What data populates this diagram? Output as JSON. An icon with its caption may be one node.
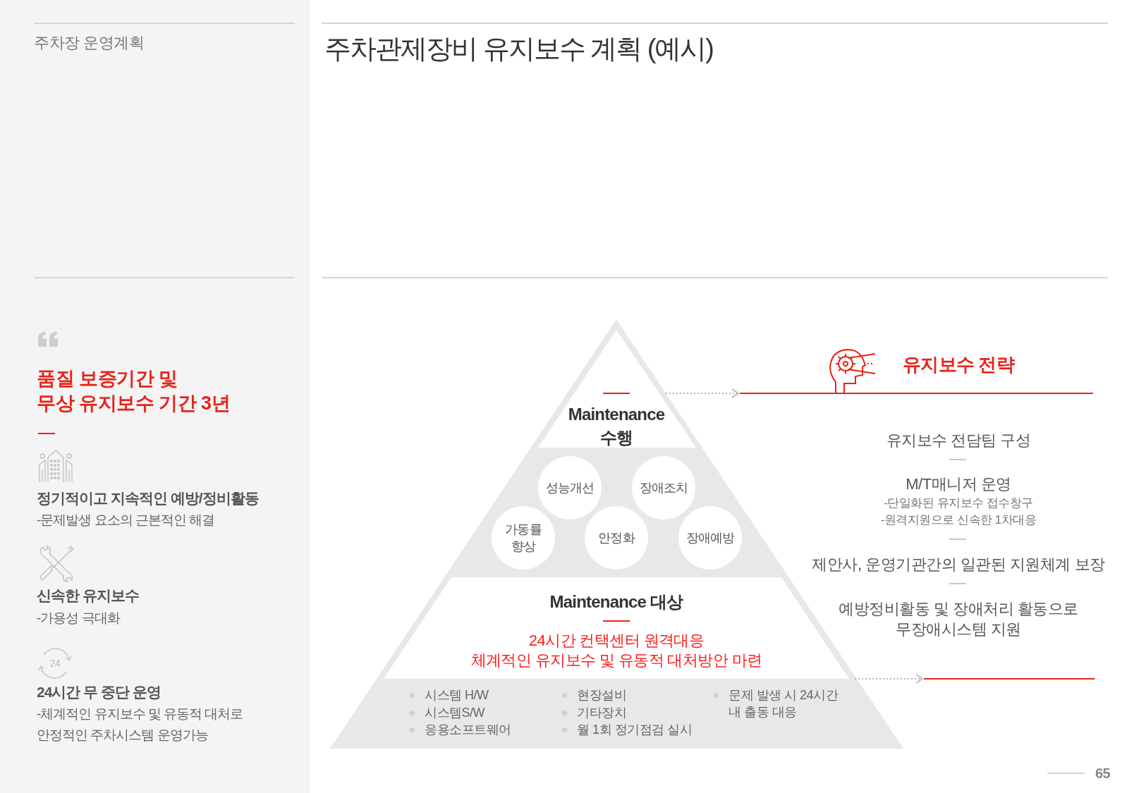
{
  "diagram": {
    "title": "주차관제장비 유지보수 계획 (예시)",
    "nodes": [
      {
        "text": [
          "Maintenance 수행"
        ]
      },
      {
        "text": [
          "성능개선"
        ]
      },
      {
        "text": [
          "장애조치"
        ]
      },
      {
        "text": [
          "가동률 향상"
        ]
      },
      {
        "text": [
          "안정화"
        ]
      },
      {
        "text": [
          "장애예방"
        ]
      },
      {
        "text": [
          "Maintenance 대상",
          "24시간 컨택센터 원격대응 체계적인 유지보수 및 유동적 대처방안 마련"
        ]
      },
      {
        "text": [
          "유지보수 전략"
        ]
      },
      {
        "text": [],
        "shape": "bar"
      }
    ],
    "edges": [
      {
        "from": 0,
        "to": 7,
        "arrow": "to",
        "style": "dashed"
      },
      {
        "from": 6,
        "to": 8,
        "arrow": "to",
        "style": "dashed"
      }
    ],
    "labels": [
      "주차장 운영계획",
      "품질 보증기간 및 무상 유지보수 기간 3년",
      "정기적이고 지속적인 예방/정비활동",
      "-문제발생 요소의 근본적인 해결",
      "신속한 유지보수",
      "-가용성 극대화",
      "24",
      "24시간 무 중단 운영",
      "-체계적인 유지보수 및 유동적 대처로 안정적인 주차시스템 운영가능",
      "시스템 H/W",
      "시스템S/W",
      "응용소프트웨어",
      "현장설비",
      "기타장치",
      "월 1회 정기점검 실시",
      "문제 발생 시 24시간 내 출동 대응",
      "유지보수 전담팀 구성",
      "M/T매니저 운영",
      "-단일화된 유지보수 접수창구",
      "-원격지원으로 신속한 1차대응",
      "제안사, 운영기관간의 일관된 지원체계 보장",
      "예방정비활동 및 장애처리 활동으로 무장애시스템 지원",
      "65"
    ]
  }
}
